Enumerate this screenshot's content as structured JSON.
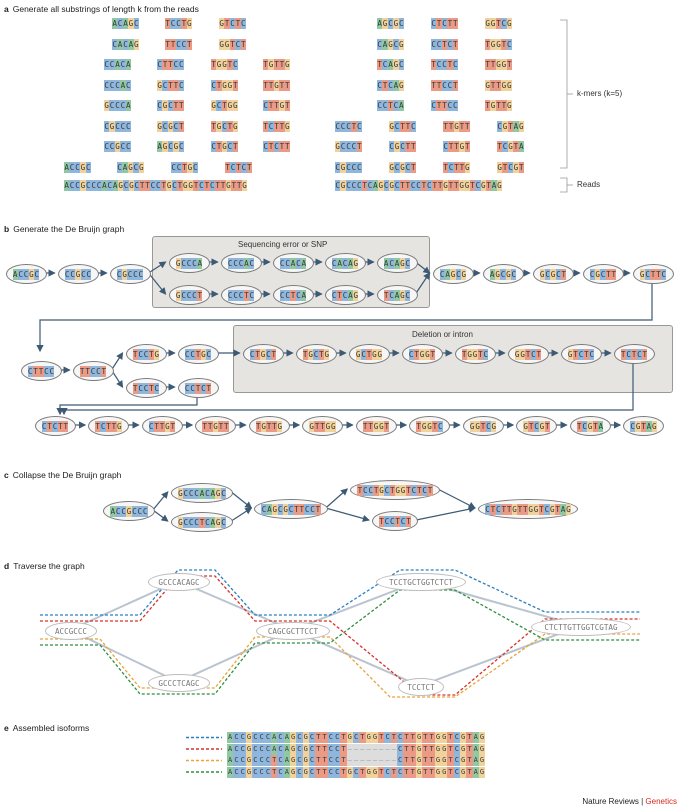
{
  "sections": {
    "a": {
      "letter": "a",
      "title": "Generate all substrings of length k from the reads"
    },
    "b": {
      "letter": "b",
      "title": "Generate the De Bruijn graph"
    },
    "c": {
      "letter": "c",
      "title": "Collapse the De Bruijn graph"
    },
    "d": {
      "letter": "d",
      "title": "Traverse the graph"
    },
    "e": {
      "letter": "e",
      "title": "Assembled isoforms"
    }
  },
  "panel_a": {
    "left_kmers": [
      [
        "ACAGC",
        "TCCTG",
        "GTCTC"
      ],
      [
        "CACAG",
        "TTCCT",
        "GGTCT"
      ],
      [
        "CCACA",
        "CTTCC",
        "TGGTC",
        "TGTTG"
      ],
      [
        "CCCAC",
        "GCTTC",
        "CTGGT",
        "TTGTT"
      ],
      [
        "GCCCA",
        "CGCTT",
        "GCTGG",
        "CTTGT"
      ],
      [
        "CGCCC",
        "GCGCT",
        "TGCTG",
        "TCTTG"
      ],
      [
        "CCGCC",
        "AGCGC",
        "CTGCT",
        "CTCTT"
      ],
      [
        "ACCGC",
        "CAGCG",
        "CCTGC",
        "TCTCT"
      ]
    ],
    "right_kmers": [
      [
        "AGCGC",
        "CTCTT",
        "GGTCG"
      ],
      [
        "CAGCG",
        "CCTCT",
        "TGGTC"
      ],
      [
        "TCAGC",
        "TCCTC",
        "TTGGT"
      ],
      [
        "CTCAG",
        "TTCCT",
        "GTTGG"
      ],
      [
        "CCTCA",
        "CTTCC",
        "TGTTG"
      ],
      [
        "CCCTC",
        "GCTTC",
        "TTGTT",
        "CGTAG"
      ],
      [
        "GCCCT",
        "CGCTT",
        "CTTGT",
        "TCGTA"
      ],
      [
        "CGCCC",
        "GCGCT",
        "TCTTG",
        "GTCGT"
      ]
    ],
    "reads": [
      "ACCGCCCACAGCGCTTCCTGCTGGTCTCTTGTTG",
      "CGCCCTCAGCGCTTCCTCTTGTTGGTCGTAG"
    ],
    "kmers_label": "k-mers (k=5)",
    "reads_label": "Reads"
  },
  "panel_b": {
    "row1_start": [
      "ACCGC",
      "CCGCC",
      "CGCCC"
    ],
    "box1_label": "Sequencing error or SNP",
    "box1_top": [
      "GCCCA",
      "CCCAC",
      "CCACA",
      "CACAG",
      "ACAGC"
    ],
    "box1_bottom": [
      "GCCCT",
      "CCCTC",
      "CCTCA",
      "CTCAG",
      "TCAGC"
    ],
    "row1_end": [
      "CAGCG",
      "AGCGC",
      "GCGCT",
      "CGCTT",
      "GCTTC"
    ],
    "row2_start": [
      "CTTCC",
      "TTCCT"
    ],
    "row2_top": [
      "TCCTG",
      "CCTGC"
    ],
    "row2_bottom": [
      "TCCTC",
      "CCTCT"
    ],
    "box2_label": "Deletion or intron",
    "box2_nodes": [
      "CTGCT",
      "TGCTG",
      "GCTGG",
      "CTGGT",
      "TGGTC",
      "GGTCT",
      "GTCTC",
      "TCTCT"
    ],
    "row3": [
      "CTCTT",
      "TCTTG",
      "CTTGT",
      "TTGTT",
      "TGTTG",
      "GTTGG",
      "TTGGT",
      "TGGTC",
      "GGTCG",
      "GTCGT",
      "TCGTA",
      "CGTAG"
    ]
  },
  "panel_c": {
    "nodes": [
      "ACCGCCC",
      "GCCCACAGC",
      "GCCCTCAGC",
      "CAGCGCTTCCT",
      "TCCTGCTGGTCTCT",
      "TCCTCT",
      "CTCTTGTTGGTCGTAG"
    ]
  },
  "panel_d": {
    "nodes": [
      "ACCGCCC",
      "GCCCACAGC",
      "GCCCTCAGC",
      "CAGCGCTTCCT",
      "TCCTGCTGGTCTCT",
      "TCCTCT",
      "CTCTTGTTGGTCGTAG"
    ],
    "path_colors": [
      "#2a7fc4",
      "#d6322a",
      "#e8a33a",
      "#2f8f3e"
    ]
  },
  "panel_e": {
    "isoforms": [
      {
        "seq": "ACCGCCCACAGCGCTTCCTGCTGGTCTCTTGTTGGTCGTAG",
        "color": "#2a7fc4"
      },
      {
        "seq": "ACCGCCCACAGCGCTTCCT--------CTTGTTGGTCGTAG",
        "color": "#d6322a"
      },
      {
        "seq": "ACCGCCCTCAGCGCTTCCT--------CTTGTTGGTCGTAG",
        "color": "#e8a33a"
      },
      {
        "seq": "ACCGCCCTCAGCGCTTCCTGCTGGTCTCTTGTTGGTCGTAG",
        "color": "#2f8f3e"
      }
    ]
  },
  "footer": {
    "journal": "Nature Reviews",
    "sep": "|",
    "section": "Genetics"
  }
}
